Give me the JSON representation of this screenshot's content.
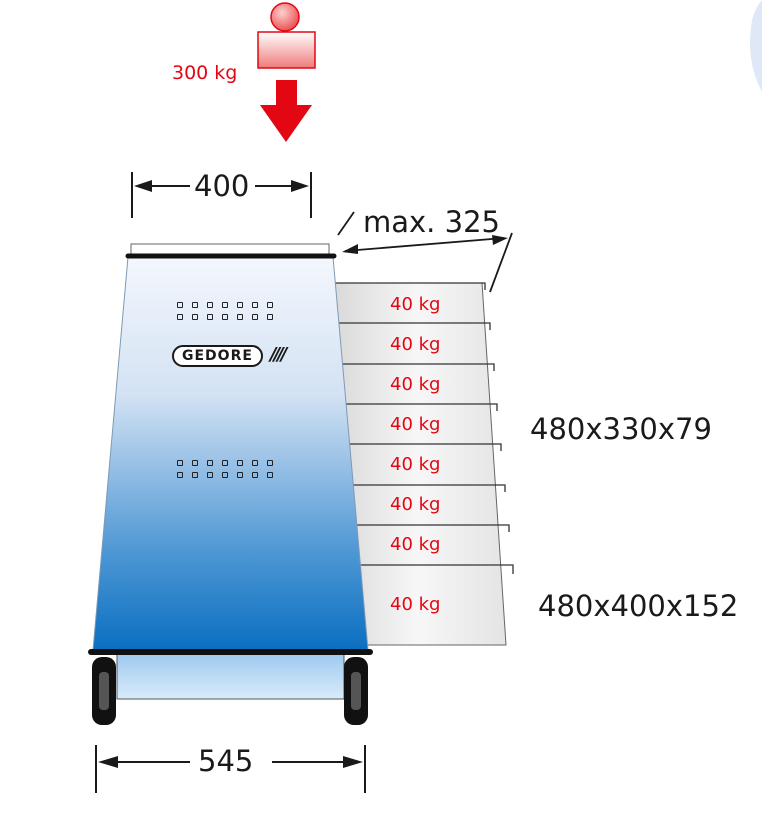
{
  "load_top": "300 kg",
  "dims": {
    "top_width": "400",
    "bottom_width": "545",
    "tray_depth": "max. 325"
  },
  "brand": "GEDORE",
  "trays": [
    {
      "load": "40 kg"
    },
    {
      "load": "40 kg"
    },
    {
      "load": "40 kg"
    },
    {
      "load": "40 kg"
    },
    {
      "load": "40 kg"
    },
    {
      "load": "40 kg"
    },
    {
      "load": "40 kg"
    },
    {
      "load": "40 kg"
    }
  ],
  "tray_sizes": {
    "small": "480x330x79",
    "large": "480x400x152"
  },
  "colors": {
    "red": "#e30613",
    "trolley_light": "#eef3fb",
    "trolley_dark": "#0a6fc0"
  }
}
